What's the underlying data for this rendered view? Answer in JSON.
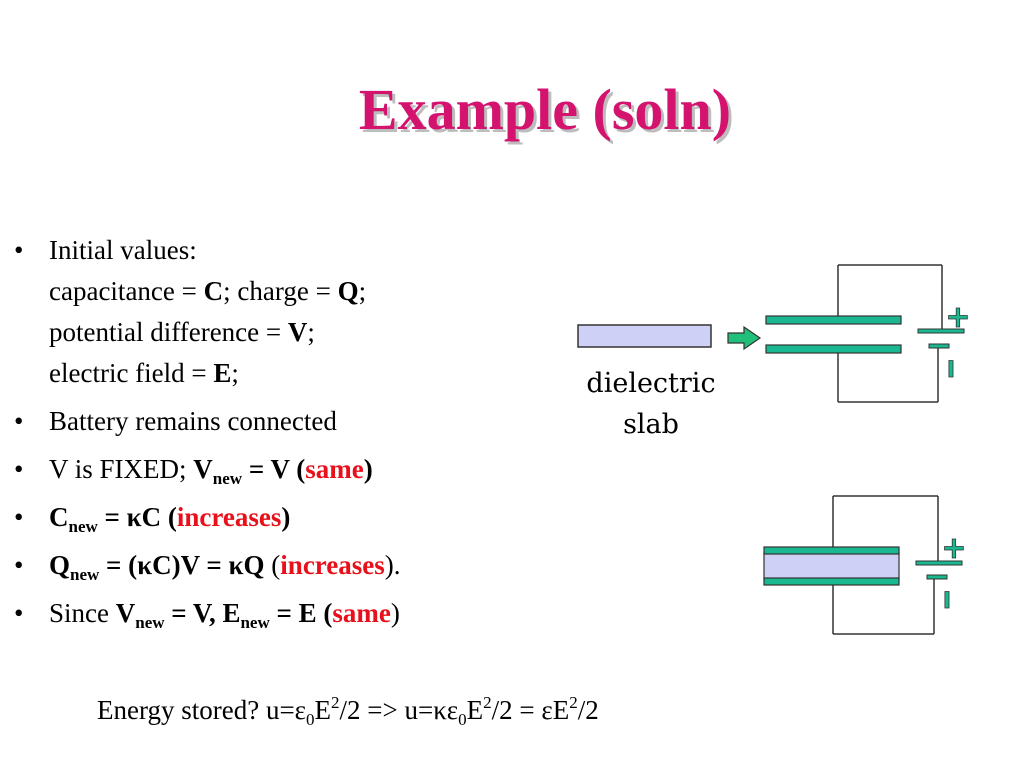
{
  "title": "Example  (soln)",
  "bullets": {
    "b1": {
      "line1": "Initial values:",
      "line2_a": "capacitance = ",
      "line2_C": "C",
      "line2_b": "; charge = ",
      "line2_Q": "Q",
      "line2_c": ";",
      "line3_a": "potential difference = ",
      "line3_V": "V",
      "line3_b": ";",
      "line4_a": "electric field = ",
      "line4_E": "E",
      "line4_b": ";"
    },
    "b2": "Battery remains connected",
    "b3": {
      "a": "V is FIXED; ",
      "V": "V",
      "sub": "new",
      "eq": " = V",
      "open": " (",
      "same": "same",
      "close": ")"
    },
    "b4": {
      "C": "C",
      "sub": "new",
      "eq": " = κC",
      "open": " (",
      "inc": "increases",
      "close": ")"
    },
    "b5": {
      "Q": "Q",
      "sub": "new",
      "eq": " = (κC)V = κQ",
      "open": " (",
      "inc": "increases",
      "close": ")."
    },
    "b6": {
      "a": "Since ",
      "V": "V",
      "sub1": "new",
      "mid": " = V, E",
      "sub2": "new",
      "eq": " = E",
      "open": " (",
      "same": "same",
      "close": ")"
    }
  },
  "bullet_marker": "•",
  "diagram": {
    "slab_label_1": "dielectric",
    "slab_label_2": "slab",
    "plus": "+",
    "minus": "I",
    "colors": {
      "plate": "#19b891",
      "slab": "#cfd0f5",
      "arrow": "#21c07a",
      "title": "#d4136f",
      "emphasis": "#e8101b"
    }
  },
  "energy": {
    "a": "Energy stored?    u=ε",
    "s0": "0",
    "b": "E",
    "p2": "2",
    "c": "/2  =>  u=κε",
    "s0b": "0",
    "d": "E",
    "p2b": "2",
    "e": "/2 = εE",
    "p2c": "2",
    "f": "/2"
  }
}
